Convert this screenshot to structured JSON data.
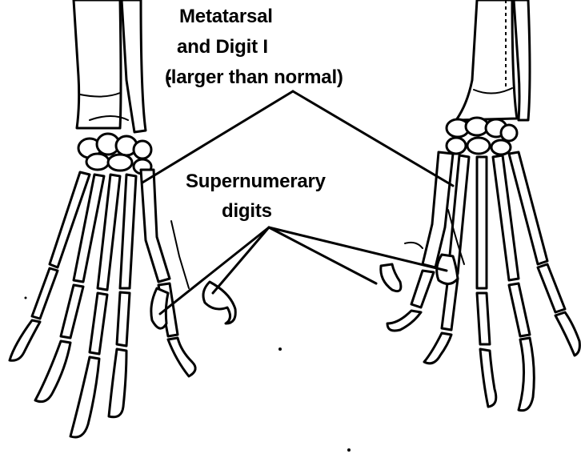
{
  "labels": {
    "metatarsal_line1": "Metatarsal",
    "metatarsal_line2": "and Digit I",
    "metatarsal_line3": "(larger than normal)",
    "supernumerary_line1": "Supernumerary",
    "supernumerary_line2": "digits"
  },
  "colors": {
    "ink": "#000000",
    "paper": "#ffffff"
  }
}
